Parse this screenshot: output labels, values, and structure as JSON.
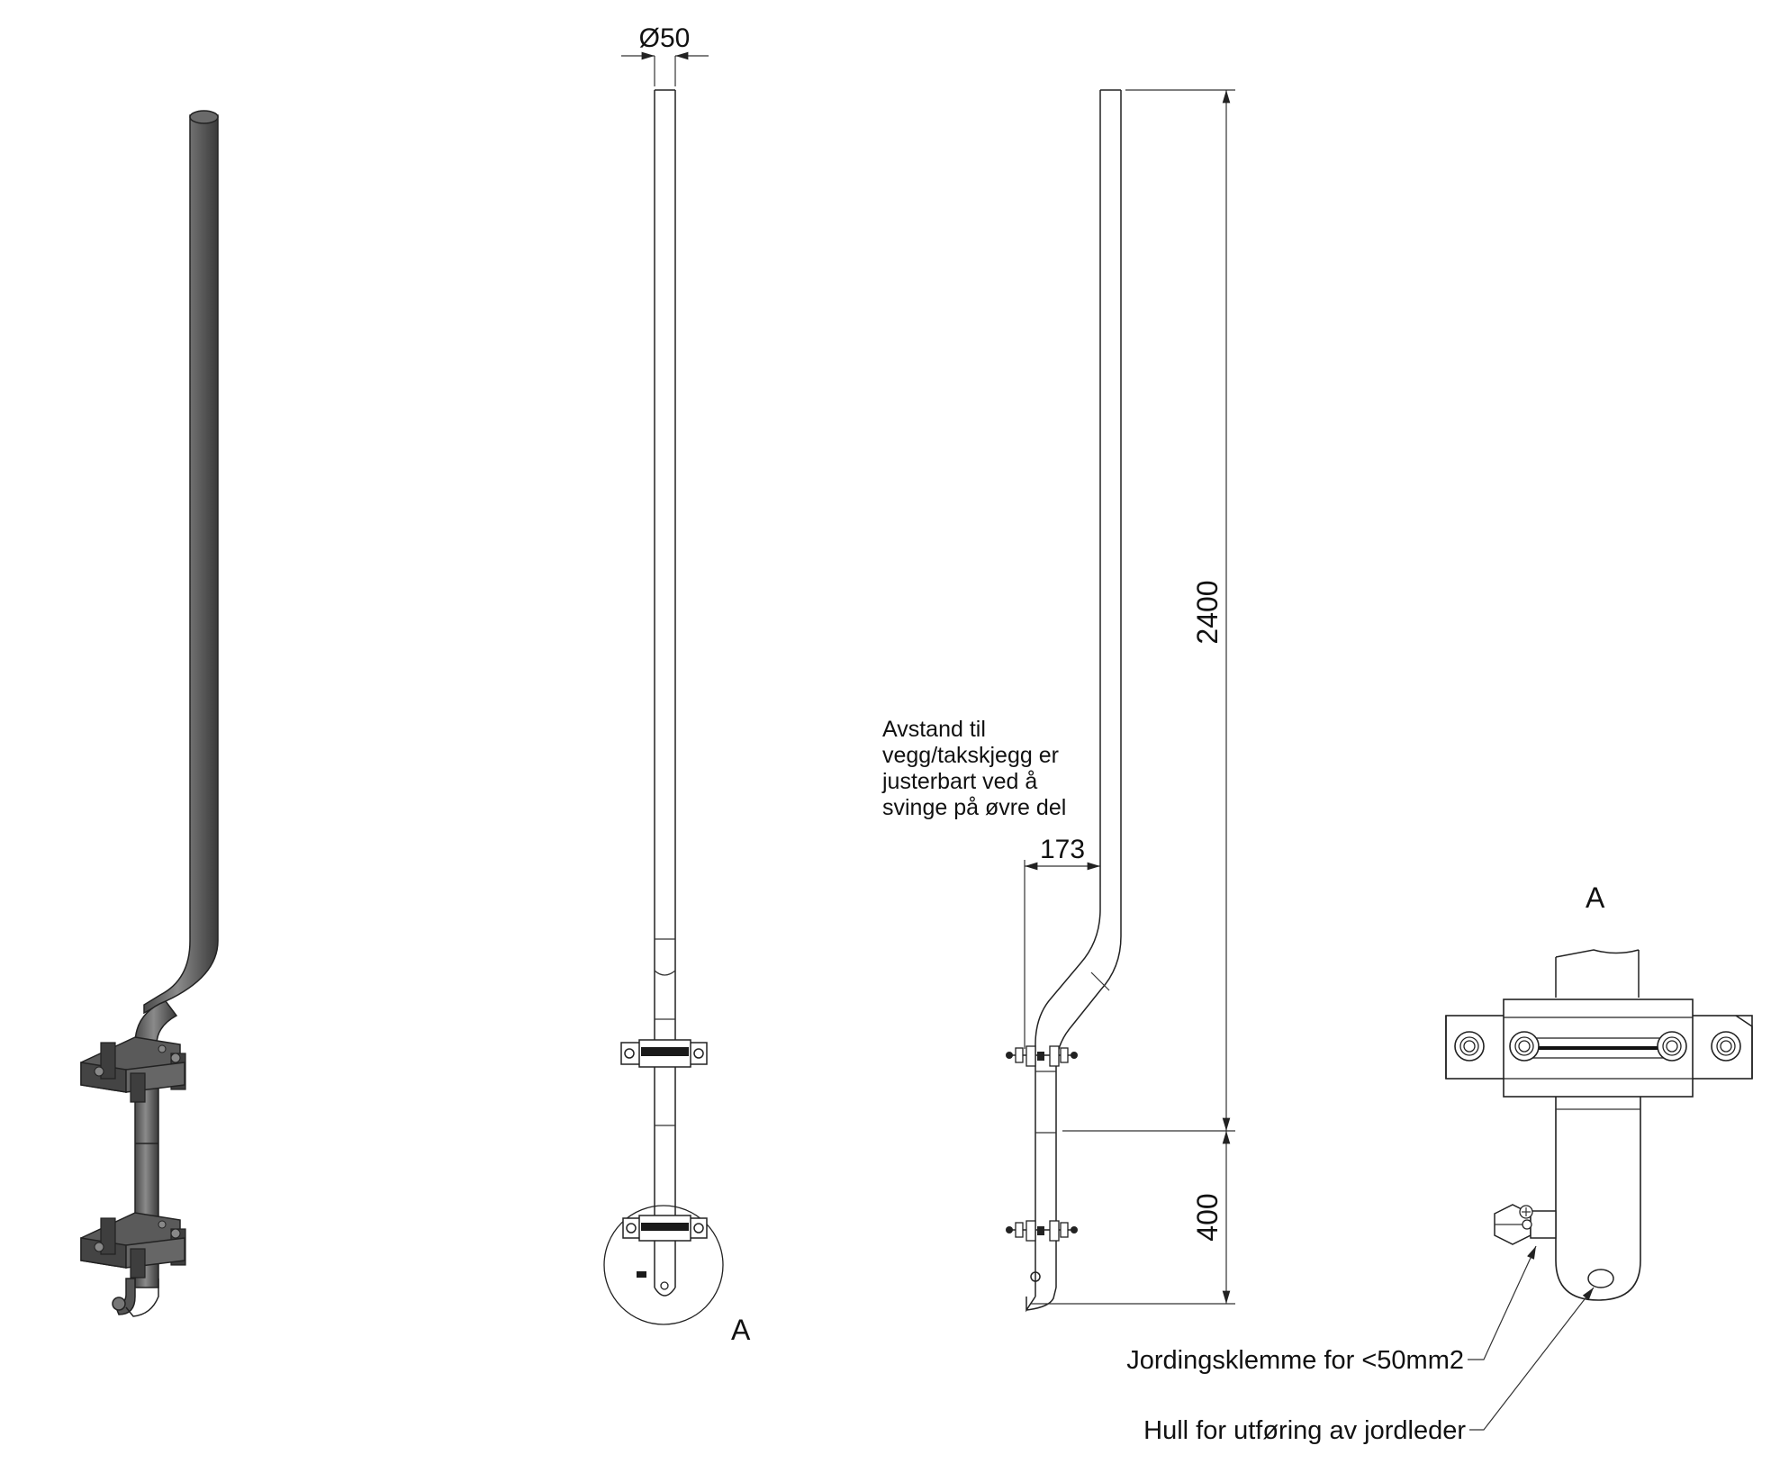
{
  "dimensions": {
    "diameter": "Ø50",
    "height_upper": "2400",
    "height_lower": "400",
    "offset": "173"
  },
  "note": {
    "lines": [
      "Avstand til",
      "vegg/takskjegg er",
      "justerbart ved å",
      "svinge på øvre del"
    ]
  },
  "detail": {
    "marker": "A",
    "title": "A"
  },
  "callouts": {
    "clamp": "Jordingsklemme for <50mm2",
    "hole": "Hull for utføring av jordleder"
  }
}
